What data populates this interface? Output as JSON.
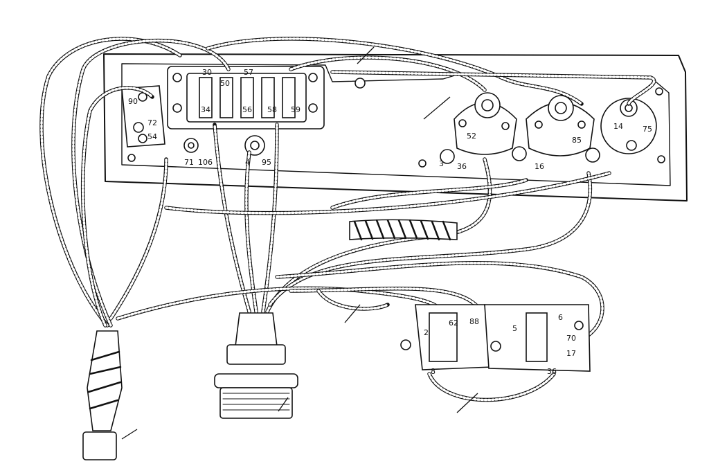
{
  "diagram": {
    "wire_tags": [
      {
        "id": "t90",
        "text": "90"
      },
      {
        "id": "t72",
        "text": "72"
      },
      {
        "id": "t54",
        "text": "54"
      },
      {
        "id": "t30",
        "text": "30"
      },
      {
        "id": "t57",
        "text": "57"
      },
      {
        "id": "t50",
        "text": "50"
      },
      {
        "id": "t34",
        "text": "34"
      },
      {
        "id": "t56",
        "text": "56"
      },
      {
        "id": "t58",
        "text": "58"
      },
      {
        "id": "t59",
        "text": "59"
      },
      {
        "id": "t71",
        "text": "71"
      },
      {
        "id": "t106",
        "text": "106"
      },
      {
        "id": "t4",
        "text": "4"
      },
      {
        "id": "t95",
        "text": "95"
      },
      {
        "id": "t52",
        "text": "52"
      },
      {
        "id": "t3",
        "text": "3"
      },
      {
        "id": "t36",
        "text": "36"
      },
      {
        "id": "t16",
        "text": "16"
      },
      {
        "id": "t85",
        "text": "85"
      },
      {
        "id": "t14",
        "text": "14"
      },
      {
        "id": "t75",
        "text": "75"
      },
      {
        "id": "t62",
        "text": "62"
      },
      {
        "id": "t88",
        "text": "88"
      },
      {
        "id": "t6",
        "text": "6"
      },
      {
        "id": "t70",
        "text": "70"
      },
      {
        "id": "t5",
        "text": "5"
      },
      {
        "id": "t2",
        "text": "2"
      },
      {
        "id": "t17",
        "text": "17"
      },
      {
        "id": "t36b",
        "text": "36"
      },
      {
        "id": "t8",
        "text": "8"
      }
    ]
  }
}
